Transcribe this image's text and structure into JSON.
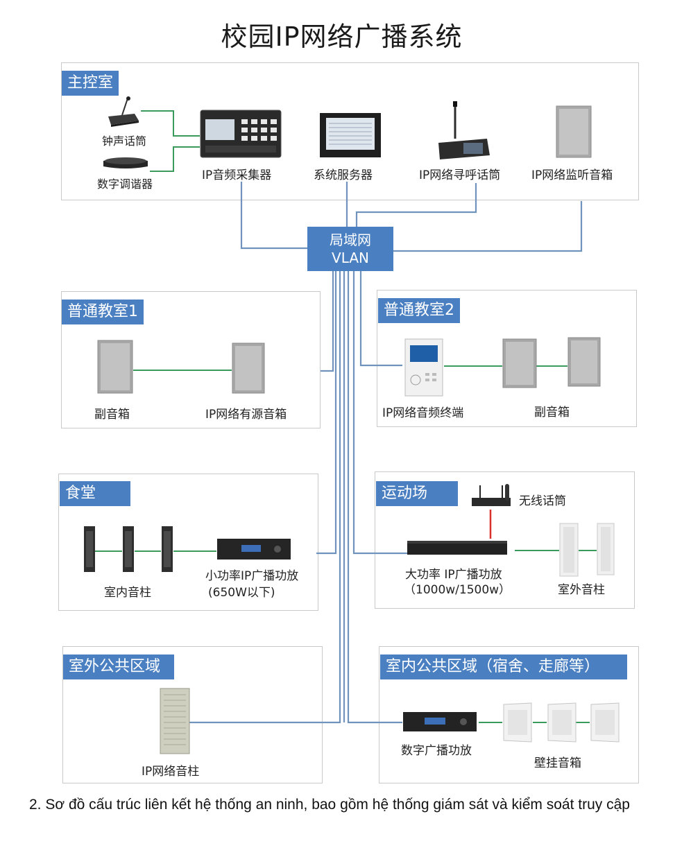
{
  "title": "校园IP网络广播系统",
  "hub": {
    "line1": "局域网",
    "line2": "VLAN"
  },
  "sections": {
    "control_room": {
      "tag": "主控室",
      "bell_mic": "钟声话筒",
      "tuner": "数字调谐器",
      "ip_collector": "IP音频采集器",
      "server": "系统服务器",
      "paging_mic": "IP网络寻呼话筒",
      "monitor_speaker": "IP网络监听音箱"
    },
    "classroom1": {
      "tag": "普通教室1",
      "sub_speaker": "副音箱",
      "active_speaker": "IP网络有源音箱"
    },
    "classroom2": {
      "tag": "普通教室2",
      "terminal": "IP网络音频终端",
      "sub_speaker": "副音箱"
    },
    "canteen": {
      "tag": "食堂",
      "columns": "室内音柱",
      "amp_line1": "小功率IP广播功放",
      "amp_line2": "(650W以下)"
    },
    "sports": {
      "tag": "运动场",
      "wireless_mic": "无线话筒",
      "amp_line1": "大功率 IP广播功放",
      "amp_line2": "（1000w/1500w）",
      "outdoor_columns": "室外音柱"
    },
    "outdoor_public": {
      "tag": "室外公共区域",
      "column": "IP网络音柱"
    },
    "indoor_public": {
      "tag": "室内公共区域（宿舍、走廊等）",
      "amp": "数字广播功放",
      "wall_speakers": "壁挂音箱"
    }
  },
  "caption": "2. Sơ đồ cấu trúc liên kết hệ thống an ninh, bao gồm hệ thống giám sát và kiểm soát truy cập",
  "colors": {
    "accent": "#4a7fc1",
    "network_line": "#6f93bd",
    "audio_line": "#3a9a5c",
    "wireless_line": "#d9302c"
  }
}
